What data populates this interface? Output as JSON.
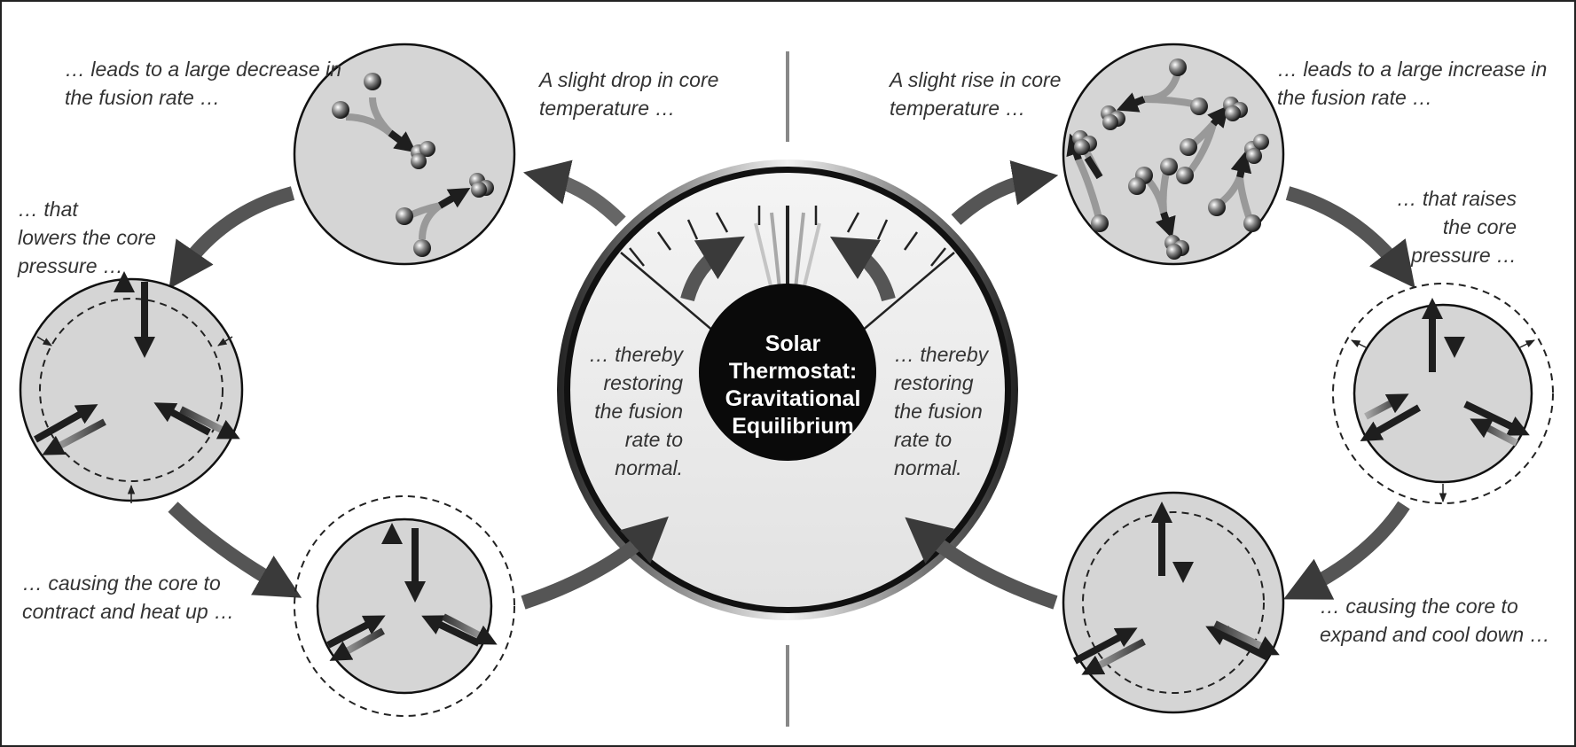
{
  "center": {
    "title_lines": [
      "Solar",
      "Thermostat:",
      "Gravitational",
      "Equilibrium"
    ],
    "left_note": [
      "… thereby",
      "restoring",
      "the fusion",
      "rate to",
      "normal."
    ],
    "right_note": [
      "… thereby",
      "restoring",
      "the fusion",
      "rate to",
      "normal."
    ]
  },
  "left_cycle": {
    "step1": [
      "A slight drop in core",
      "temperature …"
    ],
    "step2": [
      "… leads to a large decrease in",
      "the fusion rate …"
    ],
    "step3": [
      "… that",
      "lowers the core",
      "pressure …"
    ],
    "step4": [
      "… causing the core to",
      "contract and heat up …"
    ]
  },
  "right_cycle": {
    "step1": [
      "A slight rise in core",
      "temperature …"
    ],
    "step2": [
      "… leads to a large increase in",
      "the fusion rate …"
    ],
    "step3": [
      "… that raises",
      "the core",
      "pressure …"
    ],
    "step4": [
      "… causing the core to",
      "expand and cool down …"
    ]
  },
  "colors": {
    "background": "#ffffff",
    "circle_fill": "#d5d5d5",
    "ink": "#222222",
    "text": "#333333"
  }
}
